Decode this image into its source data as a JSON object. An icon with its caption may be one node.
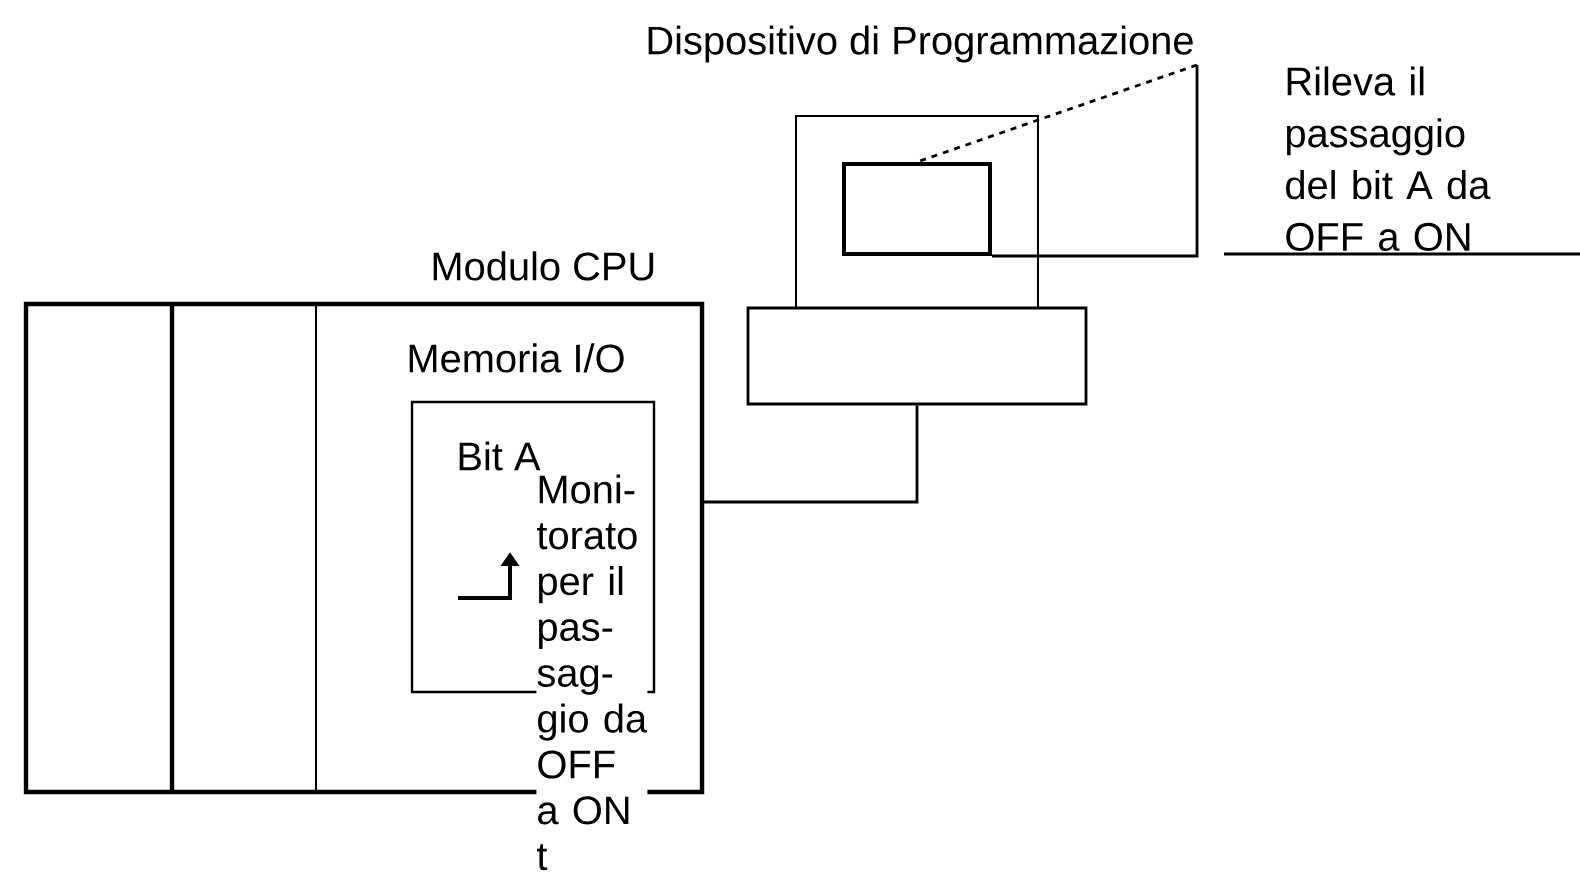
{
  "diagram": {
    "nodes": [
      {
        "text": [
          "Modulo CPU"
        ]
      },
      {
        "text": [
          "Memoria I/O"
        ],
        "in": 0
      },
      {
        "text": [
          "Bit A"
        ],
        "in": 1
      },
      {
        "text": [
          "Dispositivo di Programmazione"
        ]
      },
      {
        "text": [],
        "shape": "box"
      },
      {
        "text": [],
        "shape": "box",
        "in": 4
      },
      {
        "text": [],
        "shape": "box"
      }
    ],
    "edges": [
      {
        "from": 3,
        "to": 5,
        "arrow": "none",
        "style": "dashed"
      },
      {
        "from": 1,
        "to": 6,
        "arrow": "none"
      },
      {
        "from": 3,
        "to": 5,
        "arrow": "none"
      }
    ],
    "labels": [
      "Moni- torato per il pas- sag- gio da OFF a ON t",
      "Rileva il passaggio del bit A da OFF a ON"
    ]
  }
}
